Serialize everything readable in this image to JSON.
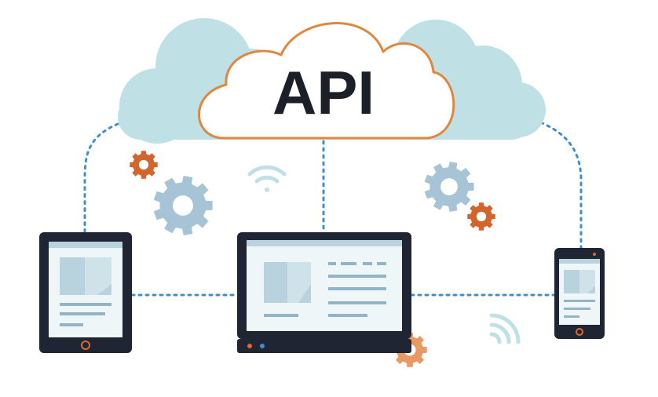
{
  "cloud": {
    "label": "API",
    "color": "#bfe0e4",
    "outline": "#e0873f"
  },
  "devices": {
    "tablet": {
      "name": "tablet"
    },
    "laptop": {
      "name": "laptop"
    },
    "phone": {
      "name": "phone"
    }
  },
  "colors": {
    "device_body": "#1f2532",
    "screen_bg": "#eef6f8",
    "screen_accent": "#b9d3de",
    "text_lines": "#93b3c6",
    "connector": "#3f8fd0",
    "gear_blue": "#a7c4d6",
    "gear_orange": "#d2652c",
    "wifi": "#bfe0e4",
    "button_orange": "#e06a2b"
  },
  "icons": [
    "gear-icon",
    "wifi-icon"
  ]
}
